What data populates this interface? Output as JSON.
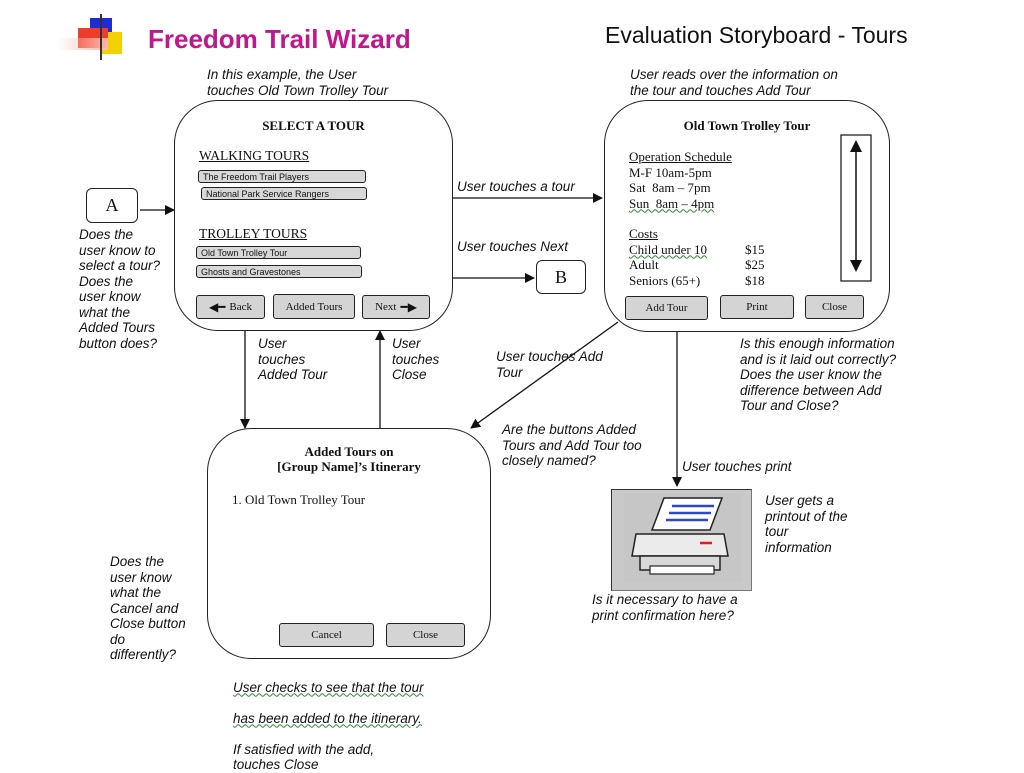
{
  "header": {
    "title": "Freedom Trail Wizard",
    "subtitle": "Evaluation Storyboard - Tours",
    "title_color": "#c0178d"
  },
  "notes": {
    "select_example": "In this example, the User\ntouches Old Town Trolley Tour",
    "reads_info": "User reads over the information on\nthe tour and touches Add Tour",
    "touches_a_tour": "User touches a tour",
    "touches_next": "User touches Next",
    "does_user_know_select": "Does the\nuser know to\nselect a tour?\nDoes the\nuser know\nwhat the\nAdded Tours\nbutton does?",
    "touches_added_tour": "User\ntouches\nAdded Tour",
    "touches_close": "User\ntouches\nClose",
    "touches_add_tour": "User touches Add\nTour",
    "enough_info": "Is this enough information\nand is it laid out correctly?\nDoes the user know the\ndifference between Add\nTour and Close?",
    "closely_named": "Are the buttons Added\nTours and Add Tour too\nclosely named?",
    "touches_print": "User touches print",
    "gets_printout": "User gets a\nprintout of the\ntour\ninformation",
    "print_confirm": "Is it necessary to have a\nprint confirmation here?",
    "cancel_close": "Does the\nuser know\nwhat the\nCancel and\nClose button\ndo\ndifferently?",
    "checks_added_1": "User checks to see that the tour",
    "checks_added_2": "has been added to the itinerary.",
    "checks_added_3": "If satisfied with the add,\ntouches Close"
  },
  "connectors": {
    "a": "A",
    "b": "B"
  },
  "select_screen": {
    "title": "SELECT A TOUR",
    "walking_heading": "WALKING TOURS",
    "walking_items": [
      "The Freedom Trail Players",
      "National Park Service Rangers"
    ],
    "trolley_heading": "TROLLEY TOURS",
    "trolley_items": [
      "Old Town Trolley Tour",
      "Ghosts and Gravestones"
    ],
    "back_label": "Back",
    "added_tours_label": "Added Tours",
    "next_label": "Next"
  },
  "detail_screen": {
    "title": "Old Town Trolley Tour",
    "schedule_heading": "Operation Schedule",
    "schedule": [
      "M-F 10am-5pm",
      "Sat  8am – 7pm",
      "Sun  8am – 4pm"
    ],
    "costs_heading": "Costs",
    "costs": [
      {
        "label": "Child under 10",
        "price": "$15"
      },
      {
        "label": "Adult",
        "price": "$25"
      },
      {
        "label": "Seniors (65+)",
        "price": "$18"
      }
    ],
    "add_tour_label": "Add Tour",
    "print_label": "Print",
    "close_label": "Close"
  },
  "itinerary_screen": {
    "title_line1": "Added Tours on",
    "title_line2": "[Group Name]’s Itinerary",
    "item": "1. Old Town Trolley Tour",
    "cancel_label": "Cancel",
    "close_label": "Close"
  },
  "icons": {
    "printer": "printer-icon"
  }
}
